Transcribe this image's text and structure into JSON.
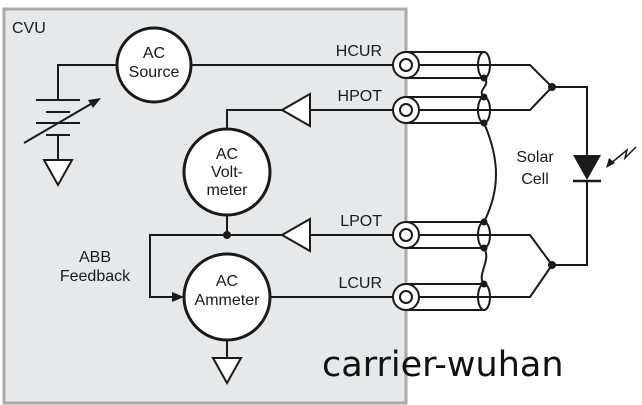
{
  "diagram": {
    "title": "CVU",
    "colors": {
      "box_fill": "#e6e8e9",
      "box_border": "#a9a9a9",
      "line": "#1a1a1a",
      "circle_fill": "#ffffff"
    },
    "blocks": {
      "ac_source": {
        "line1": "AC",
        "line2": "Source"
      },
      "ac_voltmeter": {
        "line1": "AC",
        "line2": "Volt-",
        "line3": "meter"
      },
      "ac_ammeter": {
        "line1": "AC",
        "line2": "Ammeter"
      }
    },
    "terminals": {
      "hcur": "HCUR",
      "hpot": "HPOT",
      "lpot": "LPOT",
      "lcur": "LCUR"
    },
    "feedback": {
      "line1": "ABB",
      "line2": "Feedback"
    },
    "dut": {
      "line1": "Solar",
      "line2": "Cell"
    },
    "watermark": "carrier-wuhan"
  }
}
